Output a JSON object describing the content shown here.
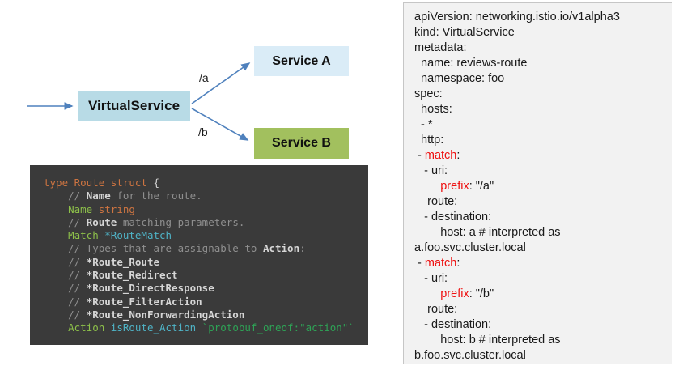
{
  "diagram": {
    "virtualservice_label": "VirtualService",
    "service_a_label": "Service A",
    "service_b_label": "Service B",
    "route_a_label": "/a",
    "route_b_label": "/b",
    "colors": {
      "vs-fill": "#b8dbe6",
      "svca-fill": "#daecf7",
      "svcb-fill": "#a2c05e",
      "arrow": "#4f81bd"
    }
  },
  "code_block": {
    "background": "#3a3a3a",
    "language": "go",
    "lines": [
      [
        {
          "t": "type Route struct ",
          "c": "k"
        },
        {
          "t": "{",
          "c": "p"
        }
      ],
      [
        {
          "t": "    // ",
          "c": "c"
        },
        {
          "t": "Name",
          "c": "cb"
        },
        {
          "t": " for the route.",
          "c": "c"
        }
      ],
      [
        {
          "t": "    "
        },
        {
          "t": "Name",
          "c": "g"
        },
        {
          "t": " "
        },
        {
          "t": "string",
          "c": "k"
        }
      ],
      [
        {
          "t": "    // ",
          "c": "c"
        },
        {
          "t": "Route",
          "c": "cb"
        },
        {
          "t": " matching parameters.",
          "c": "c"
        }
      ],
      [
        {
          "t": "    "
        },
        {
          "t": "Match",
          "c": "g"
        },
        {
          "t": " "
        },
        {
          "t": "*RouteMatch",
          "c": "t"
        }
      ],
      [
        {
          "t": "    // Types that are assignable to ",
          "c": "c"
        },
        {
          "t": "Action",
          "c": "cb"
        },
        {
          "t": ":",
          "c": "c"
        }
      ],
      [
        {
          "t": "    // ",
          "c": "c"
        },
        {
          "t": "*Route_Route",
          "c": "cb"
        }
      ],
      [
        {
          "t": "    // ",
          "c": "c"
        },
        {
          "t": "*Route_Redirect",
          "c": "cb"
        }
      ],
      [
        {
          "t": "    // ",
          "c": "c"
        },
        {
          "t": "*Route_DirectResponse",
          "c": "cb"
        }
      ],
      [
        {
          "t": "    // ",
          "c": "c"
        },
        {
          "t": "*Route_FilterAction",
          "c": "cb"
        }
      ],
      [
        {
          "t": "    // ",
          "c": "c"
        },
        {
          "t": "*Route_NonForwardingAction",
          "c": "cb"
        }
      ],
      [
        {
          "t": "    "
        },
        {
          "t": "Action",
          "c": "g"
        },
        {
          "t": " "
        },
        {
          "t": "isRoute_Action",
          "c": "t"
        },
        {
          "t": " "
        },
        {
          "t": "`protobuf_oneof:\"action\"`",
          "c": "s"
        }
      ]
    ]
  },
  "yaml_panel": {
    "background": "#f2f2f2",
    "highlight_color": "#ee1111",
    "lines": [
      [
        {
          "t": "apiVersion: networking.istio.io/v1alpha3"
        }
      ],
      [
        {
          "t": "kind: VirtualService"
        }
      ],
      [
        {
          "t": "metadata:"
        }
      ],
      [
        {
          "t": "  name: reviews-route"
        }
      ],
      [
        {
          "t": "  namespace: foo"
        }
      ],
      [
        {
          "t": "spec:"
        }
      ],
      [
        {
          "t": "  hosts:"
        }
      ],
      [
        {
          "t": "  - *"
        }
      ],
      [
        {
          "t": "  http:"
        }
      ],
      [
        {
          "t": " - "
        },
        {
          "t": "match",
          "c": "red"
        },
        {
          "t": ":"
        }
      ],
      [
        {
          "t": "   - uri:"
        }
      ],
      [
        {
          "t": "        "
        },
        {
          "t": "prefix",
          "c": "red"
        },
        {
          "t": ": \"/a\""
        }
      ],
      [
        {
          "t": "    route:"
        }
      ],
      [
        {
          "t": "   - destination:"
        }
      ],
      [
        {
          "t": "        host: a # interpreted as"
        }
      ],
      [
        {
          "t": "a.foo.svc.cluster.local"
        }
      ],
      [
        {
          "t": " - "
        },
        {
          "t": "match",
          "c": "red"
        },
        {
          "t": ":"
        }
      ],
      [
        {
          "t": "   - uri:"
        }
      ],
      [
        {
          "t": "        "
        },
        {
          "t": "prefix",
          "c": "red"
        },
        {
          "t": ": \"/b\""
        }
      ],
      [
        {
          "t": "    route:"
        }
      ],
      [
        {
          "t": "   - destination:"
        }
      ],
      [
        {
          "t": "        host: b # interpreted as"
        }
      ],
      [
        {
          "t": "b.foo.svc.cluster.local"
        }
      ]
    ]
  }
}
